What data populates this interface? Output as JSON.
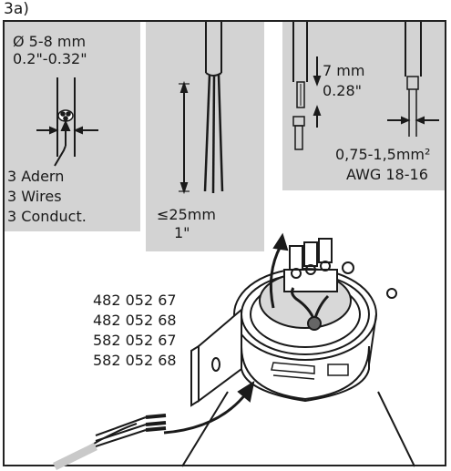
{
  "step_label": "3a)",
  "cable_spec": {
    "diameter_mm": "Ø 5-8 mm",
    "diameter_in": "0.2\"-0.32\"",
    "cores": [
      "3 Adern",
      "3 Wires",
      "3 Conduct."
    ]
  },
  "strip_length": {
    "mm": "≤25mm",
    "in": "1\""
  },
  "wire_end": {
    "mm": "7 mm",
    "in": "0.28\"",
    "cross_section": "0,75-1,5mm²",
    "awg": "AWG 18-16"
  },
  "part_numbers": [
    "482 052 67",
    "482 052 68",
    "582 052 67",
    "582 052 68"
  ],
  "colors": {
    "panel": "#d3d3d3",
    "line": "#1a1a1a"
  }
}
